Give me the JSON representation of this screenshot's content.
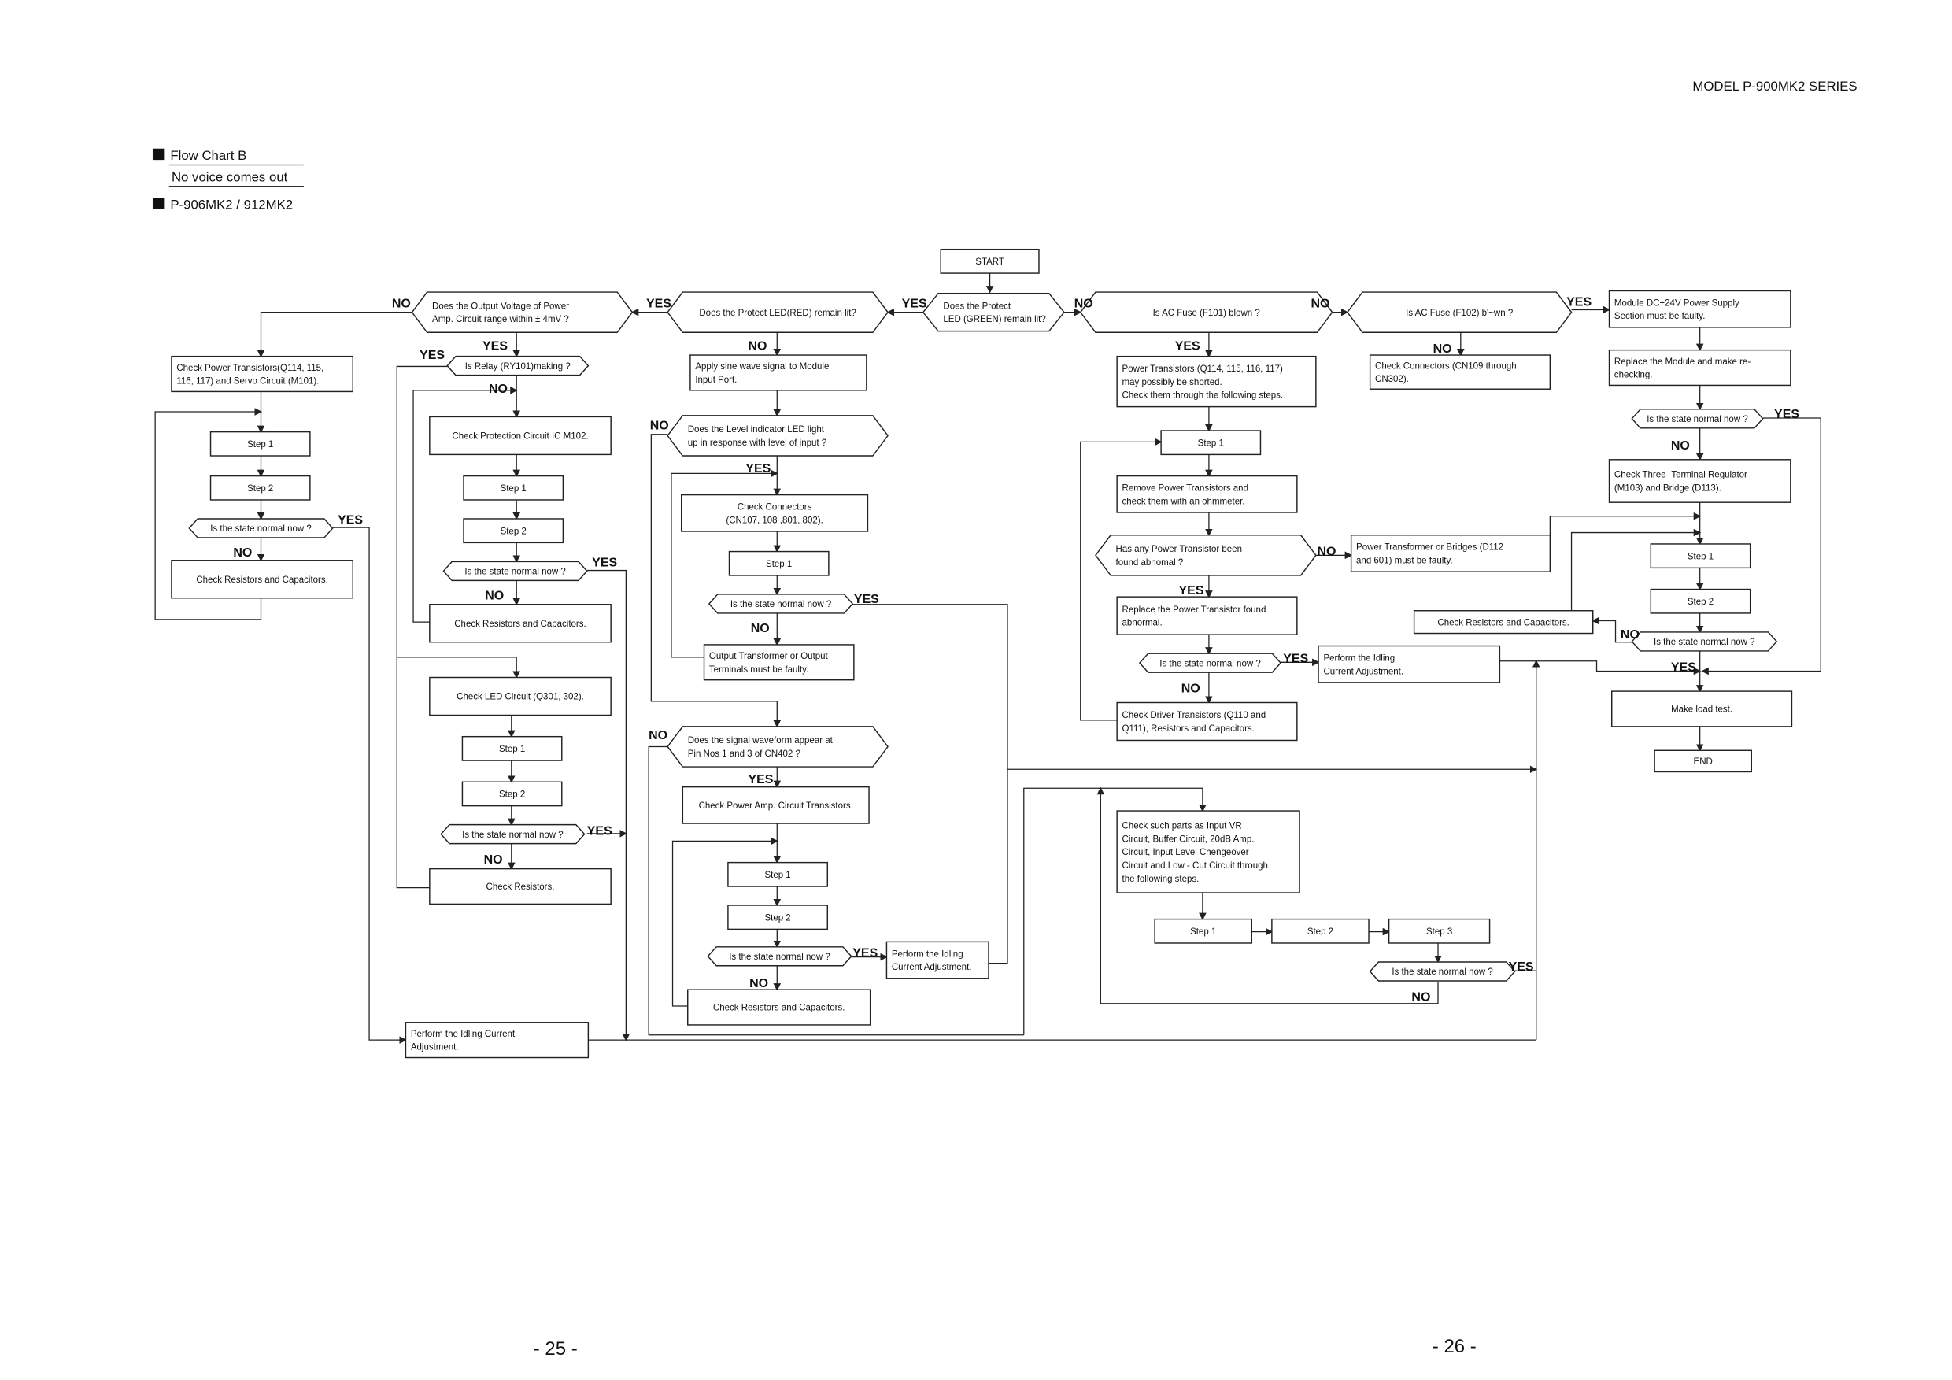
{
  "header": {
    "model": "MODEL P-900MK2 SERIES"
  },
  "title_block": {
    "chart": "Flow Chart B",
    "subtitle": "No voice comes out",
    "models": "P-906MK2 / 912MK2"
  },
  "pages": {
    "left": "- 25 -",
    "right": "- 26 -"
  },
  "labels": {
    "yes": "YES",
    "no": "NO"
  },
  "nodes": {
    "start": [
      "START"
    ],
    "d_green": [
      "Does the Protect",
      "LED (GREEN) remain lit?"
    ],
    "d_f101": [
      "Is  AC Fuse (F101) blown ?"
    ],
    "d_f102": [
      "Is  AC Fuse (F102) b'~wn ?"
    ],
    "r_dc24": [
      "Module DC+24V Power Supply",
      "Section must be faulty."
    ],
    "r_ptshort": [
      "Power Transistors (Q114, 115, 116, 117)",
      "may possibly be shorted.",
      "Check them through the following steps."
    ],
    "r_cn109": [
      "Check Connectors (CN109 through",
      "CN302)."
    ],
    "r_replace": [
      "Replace the Module and make re-",
      "checking."
    ],
    "d_norm_r1": [
      "Is the state normal now ?"
    ],
    "r_three": [
      "Check Three- Terminal Regulator",
      "(M103) and Bridge (D113)."
    ],
    "r_step1_r": [
      "Step 1"
    ],
    "r_step2_r": [
      "Step 2"
    ],
    "d_norm_r2": [
      "Is the state normal now ?"
    ],
    "r_crc_r": [
      "Check Resistors and Capacitors."
    ],
    "r_makeload": [
      "Make load test."
    ],
    "r_end": [
      "END"
    ],
    "r_step1_m": [
      "Step 1"
    ],
    "r_remove": [
      "Remove Power Transistors and",
      "check them with an ohmmeter."
    ],
    "d_hasany": [
      "Has any Power Transistor been",
      "found abnomal ?"
    ],
    "r_ptbridge": [
      "Power Transformer or Bridges (D112",
      "and 601) must be faulty."
    ],
    "r_replacept": [
      "Replace the Power Transistor found",
      "abnormal."
    ],
    "d_norm_m": [
      "Is the state normal now ?"
    ],
    "r_idle_m": [
      "Perform the Idling",
      "Current Adjustment."
    ],
    "r_driver": [
      "Check Driver Transistors (Q110 and",
      "Q111), Resistors and Capacitors."
    ],
    "r_checkparts": [
      "Check such parts as Input VR",
      "Circuit, Buffer Circuit, 20dB Amp.",
      "Circuit, Input Level Chengeover",
      "Circuit and Low - Cut Circuit through",
      "the following steps."
    ],
    "r_s1_b": [
      "Step 1"
    ],
    "r_s2_b": [
      "Step 2"
    ],
    "r_s3_b": [
      "Step 3"
    ],
    "d_norm_rb": [
      "Is the state normal now ?"
    ],
    "d_protred": [
      "Does the Protect LED(RED) remain lit?"
    ],
    "r_sine": [
      "Apply sine wave signal to Module",
      "Input Port."
    ],
    "d_level": [
      "Does the Level indicator LED light",
      "up in response with level of input ?"
    ],
    "r_cn107": [
      "Check Connectors",
      "(CN107, 108 ,801, 802)."
    ],
    "r_s1_c": [
      "Step 1"
    ],
    "d_norm_c": [
      "Is the state normal now ?"
    ],
    "r_outtr": [
      "Output Transformer or Output",
      "Terminals must be faulty."
    ],
    "d_wave": [
      "Does the signal waveform appear at",
      "Pin Nos 1 and 3 of CN402 ?"
    ],
    "r_pacirc": [
      "Check Power Amp. Circuit Transistors."
    ],
    "r_s1_d": [
      "Step 1"
    ],
    "r_s2_d": [
      "Step 2"
    ],
    "d_norm_d": [
      "Is the state normal now ?"
    ],
    "r_idle_d": [
      "Perform the Idling",
      "Current Adjustment."
    ],
    "r_crc_d": [
      "Check Resistors and Capacitors."
    ],
    "d_outv": [
      "Does the Output Voltage of Power",
      "Amp. Circuit range within ± 4mV ?"
    ],
    "d_relay": [
      "Is Relay (RY101)making ?"
    ],
    "r_m102": [
      "Check Protection Circuit IC M102."
    ],
    "r_s1_e": [
      "Step 1"
    ],
    "r_s2_e": [
      "Step 2"
    ],
    "d_norm_e": [
      "Is the state normal now ?"
    ],
    "r_crc_e": [
      "Check Resistors and Capacitors."
    ],
    "r_led": [
      "Check LED Circuit (Q301, 302)."
    ],
    "r_s1_f": [
      "Step 1"
    ],
    "r_s2_f": [
      "Step 2"
    ],
    "d_norm_f": [
      "Is the state normal now ?"
    ],
    "r_res_f": [
      "Check Resistors."
    ],
    "r_idle_f": [
      "Perform the Idling Current",
      "Adjustment."
    ],
    "r_pt": [
      "Check Power Transistors(Q114, 115,",
      "116, 117) and Servo Circuit (M101)."
    ],
    "r_s1_g": [
      "Step 1"
    ],
    "r_s2_g": [
      "Step 2"
    ],
    "d_norm_g": [
      "Is the state normal now ?"
    ],
    "r_crc_g": [
      "Check Resistors and Capacitors."
    ]
  }
}
